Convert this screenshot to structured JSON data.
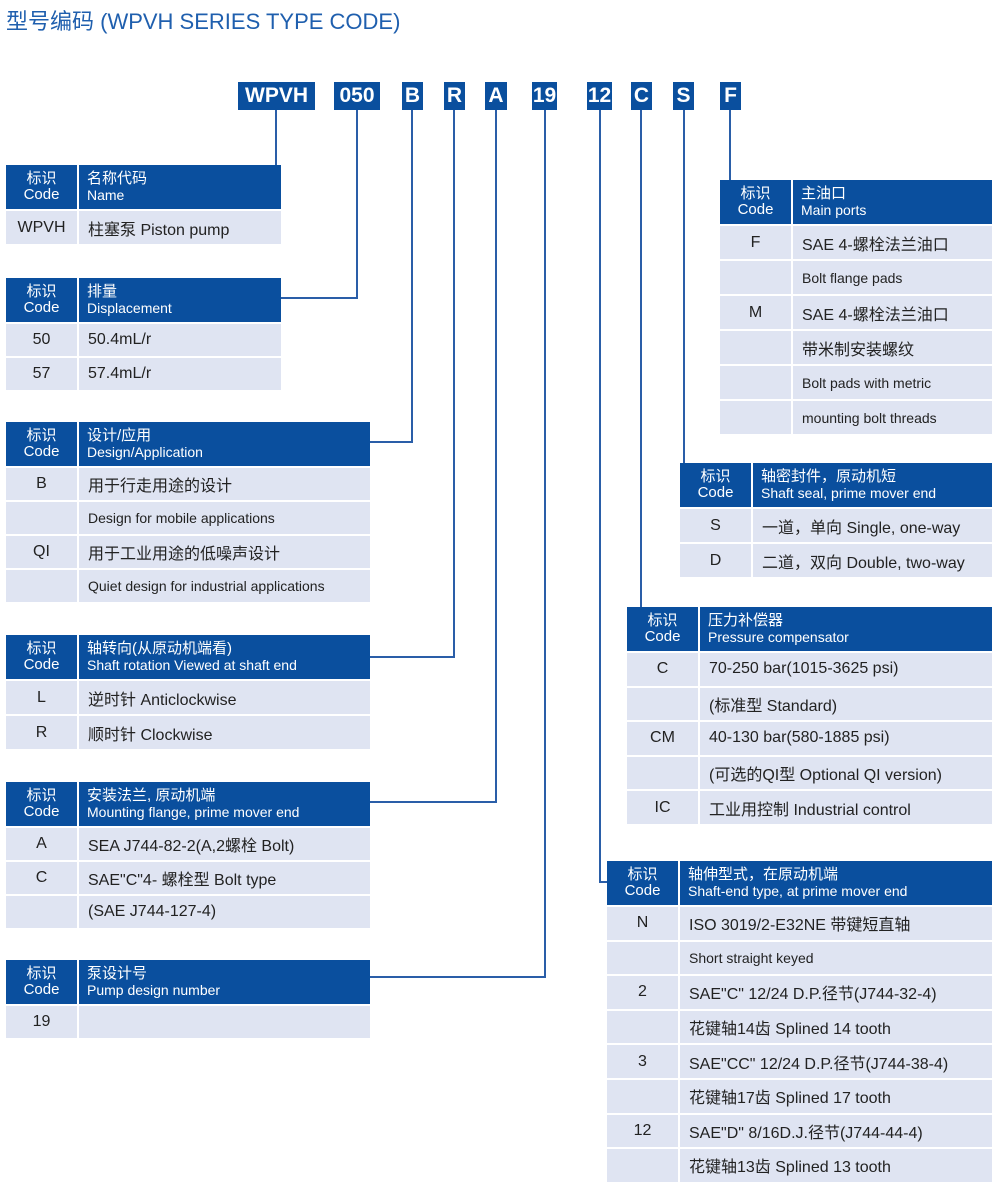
{
  "title": "型号编码 (WPVH SERIES TYPE CODE)",
  "code_parts": [
    "WPVH",
    "050",
    "B",
    "R",
    "A",
    "19",
    "12",
    "C",
    "S",
    "F"
  ],
  "tables": [
    {
      "id": "name",
      "h_code": "标识",
      "h_code_en": "Code",
      "h_title": "名称代码",
      "h_title_en": "Name",
      "rows": [
        [
          "WPVH",
          "柱塞泵 Piston pump"
        ]
      ]
    },
    {
      "id": "displacement",
      "h_code": "标识",
      "h_code_en": "Code",
      "h_title": "排量",
      "h_title_en": "Displacement",
      "rows": [
        [
          "50",
          "50.4mL/r"
        ],
        [
          "57",
          "57.4mL/r"
        ]
      ]
    },
    {
      "id": "design",
      "h_code": "标识",
      "h_code_en": "Code",
      "h_title": "设计/应用",
      "h_title_en": "Design/Application",
      "rows": [
        [
          "B",
          "用于行走用途的设计"
        ],
        [
          "",
          "Design for mobile applications"
        ],
        [
          "QI",
          "用于工业用途的低噪声设计"
        ],
        [
          "",
          "Quiet design for industrial applications"
        ]
      ]
    },
    {
      "id": "rotation",
      "h_code": "标识",
      "h_code_en": "Code",
      "h_title": "轴转向(从原动机端看)",
      "h_title_en": "Shaft rotation Viewed at shaft end",
      "rows": [
        [
          "L",
          "逆时针 Anticlockwise"
        ],
        [
          "R",
          "顺时针 Clockwise"
        ]
      ]
    },
    {
      "id": "mounting",
      "h_code": "标识",
      "h_code_en": "Code",
      "h_title": "安装法兰, 原动机端",
      "h_title_en": "Mounting flange, prime  mover end",
      "rows": [
        [
          "A",
          "SEA J744-82-2(A,2螺栓 Bolt)"
        ],
        [
          "C",
          "SAE\"C\"4- 螺栓型 Bolt type"
        ],
        [
          "",
          "(SAE J744-127-4)"
        ]
      ]
    },
    {
      "id": "pump_design",
      "h_code": "标识",
      "h_code_en": "Code",
      "h_title": "泵设计号",
      "h_title_en": "Pump design number",
      "rows": [
        [
          "19",
          ""
        ]
      ]
    },
    {
      "id": "ports",
      "h_code": "标识",
      "h_code_en": "Code",
      "h_title": "主油口",
      "h_title_en": "Main ports",
      "rows": [
        [
          "F",
          "SAE 4-螺栓法兰油口"
        ],
        [
          "",
          "Bolt flange pads"
        ],
        [
          "M",
          "SAE 4-螺栓法兰油口"
        ],
        [
          "",
          "带米制安装螺纹"
        ],
        [
          "",
          "Bolt pads with metric"
        ],
        [
          "",
          "mounting bolt threads"
        ]
      ]
    },
    {
      "id": "seal",
      "h_code": "标识",
      "h_code_en": "Code",
      "h_title": "轴密封件，原动机短",
      "h_title_en": "Shaft seal, prime mover end",
      "rows": [
        [
          "S",
          "一道，单向 Single, one-way"
        ],
        [
          "D",
          "二道，双向 Double, two-way"
        ]
      ]
    },
    {
      "id": "compensator",
      "h_code": "标识",
      "h_code_en": "Code",
      "h_title": "压力补偿器",
      "h_title_en": "Pressure compensator",
      "rows": [
        [
          "C",
          "70-250 bar(1015-3625 psi)"
        ],
        [
          "",
          "(标准型 Standard)"
        ],
        [
          "CM",
          "40-130 bar(580-1885 psi)"
        ],
        [
          "",
          "(可选的QI型 Optional QI version)"
        ],
        [
          "IC",
          "工业用控制 Industrial control"
        ]
      ]
    },
    {
      "id": "shaft_end",
      "h_code": "标识",
      "h_code_en": "Code",
      "h_title": "轴伸型式，在原动机端",
      "h_title_en": "Shaft-end type, at prime  mover end",
      "rows": [
        [
          "N",
          "ISO 3019/2-E32NE 带键短直轴"
        ],
        [
          "",
          "Short straight keyed"
        ],
        [
          "2",
          "SAE\"C\" 12/24 D.P.径节(J744-32-4)"
        ],
        [
          "",
          "花键轴14齿 Splined 14 tooth"
        ],
        [
          "3",
          "SAE\"CC\" 12/24 D.P.径节(J744-38-4)"
        ],
        [
          "",
          "花键轴17齿 Splined 17 tooth"
        ],
        [
          "12",
          "SAE\"D\" 8/16D.J.径节(J744-44-4)"
        ],
        [
          "",
          "花键轴13齿 Splined 13 tooth"
        ]
      ]
    }
  ]
}
